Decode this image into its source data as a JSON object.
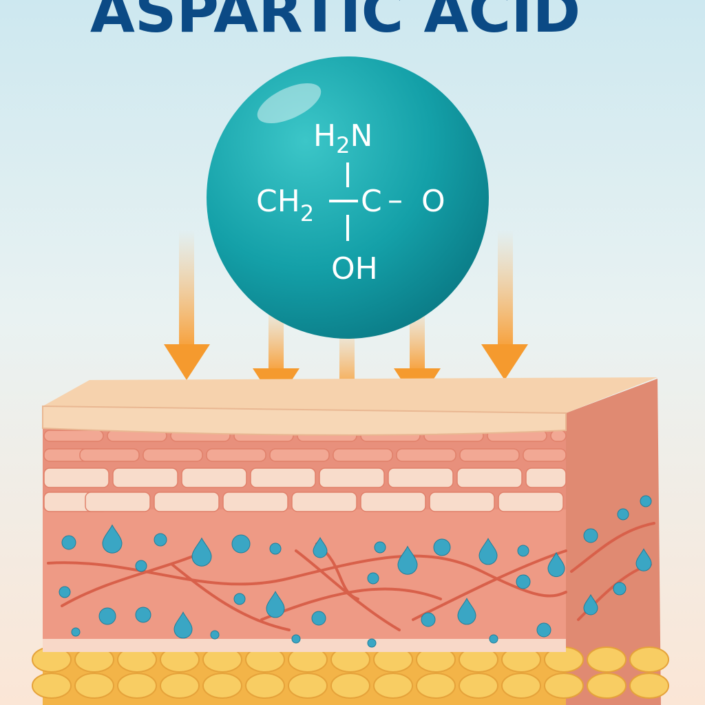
{
  "title": "ASPARTIC ACID",
  "formula": {
    "top": "H",
    "top_sub": "2",
    "top_end": "N",
    "left": "CH",
    "left_sub": "2",
    "center": "C",
    "bond_right": "–",
    "right": "O",
    "bottom": "OH"
  },
  "colors": {
    "title": "#0b4a85",
    "sphere": "#14a3ab",
    "arrow": "#f59a2e",
    "epidermis": "#f6d2ad",
    "dermis": "#ee9a85",
    "fat": "#f5c250",
    "droplet": "#3aa6c4"
  },
  "icons": [
    "molecule-sphere",
    "down-arrow",
    "skin-cross-section",
    "water-droplet"
  ]
}
